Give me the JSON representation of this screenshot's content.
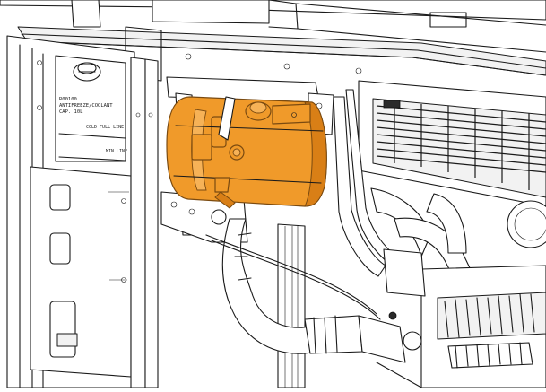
{
  "reservoir_label": {
    "line1": "R00100",
    "line2": "ANTIFREEZE/COOLANT",
    "line3": "CAP. 10L"
  },
  "cold_full_line": "COLD FULL LINE",
  "min_line": "MIN LINE",
  "highlight_color": "#f09a2a",
  "highlight_part": "coolant expansion tank"
}
